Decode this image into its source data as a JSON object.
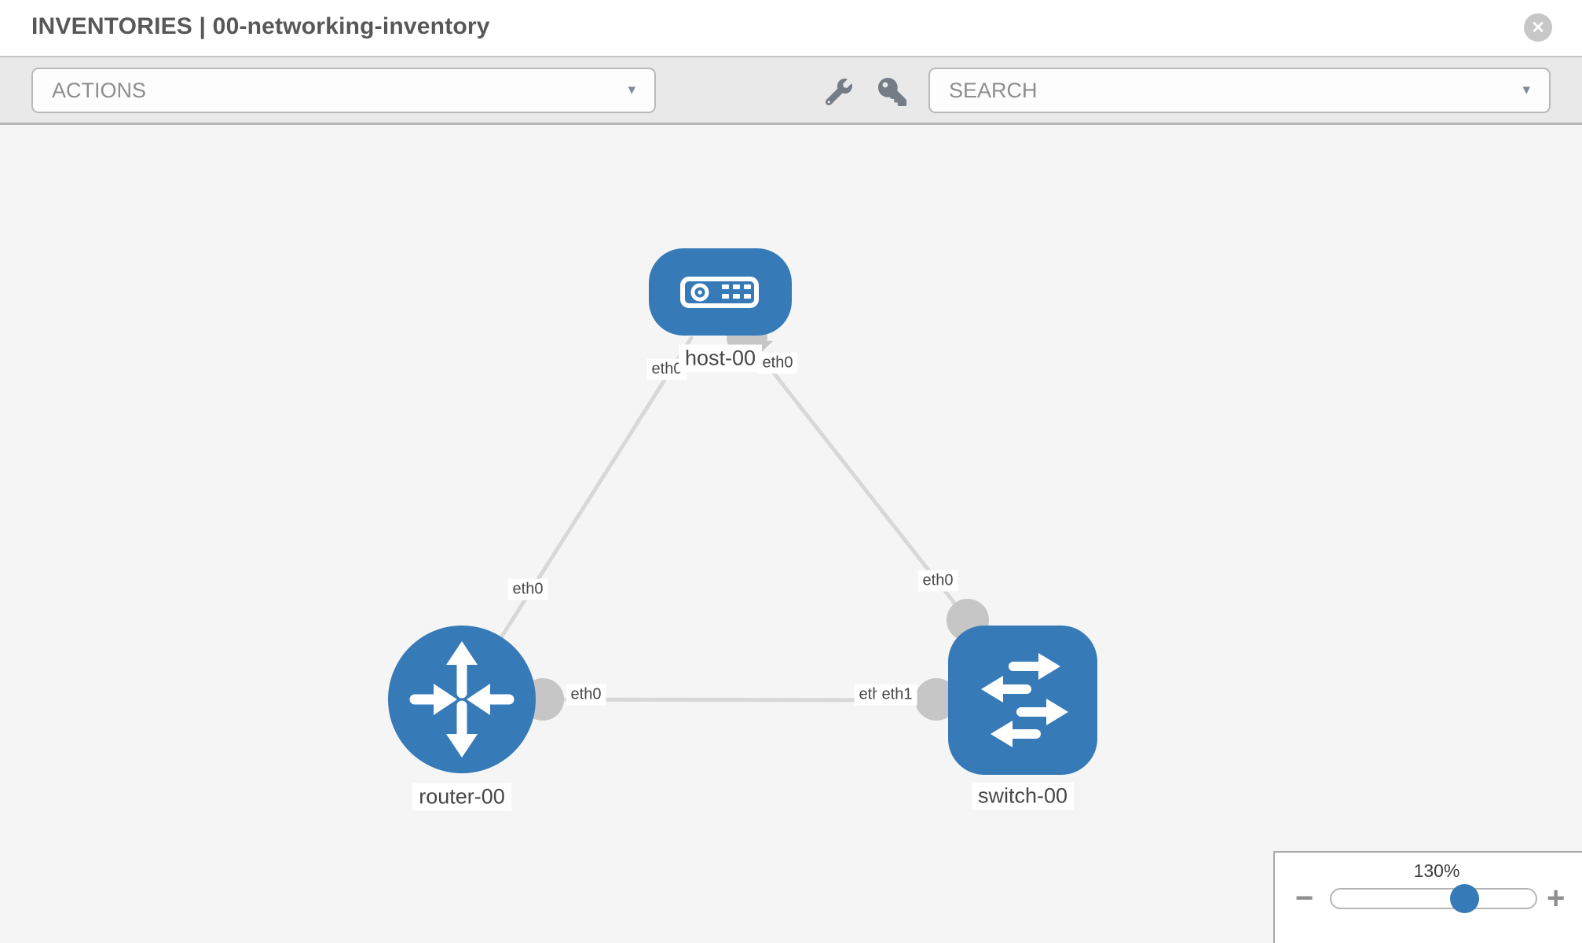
{
  "header": {
    "title": "INVENTORIES | 00-networking-inventory"
  },
  "toolbar": {
    "actions_label": "ACTIONS",
    "search_placeholder": "SEARCH"
  },
  "icons": {
    "close_glyph": "✕",
    "caret_glyph": "▾",
    "minus_glyph": "−",
    "plus_glyph": "+"
  },
  "topology": {
    "nodes": [
      {
        "label": "host-00",
        "type": "host"
      },
      {
        "label": "router-00",
        "type": "router"
      },
      {
        "label": "switch-00",
        "type": "switch"
      }
    ],
    "links": [
      {
        "from": "router-00",
        "from_interface": "eth0",
        "to": "host-00",
        "to_interface": "eth0"
      },
      {
        "from": "switch-00",
        "from_interface": "eth0",
        "to": "host-00",
        "to_interface": "eth0"
      },
      {
        "from": "router-00",
        "from_interface": "eth0",
        "to": "switch-00",
        "to_interface": "eth1"
      }
    ]
  },
  "zoom_control": {
    "level": "130%"
  },
  "colors": {
    "node_blue": "#377ab8",
    "connector_gray": "#c6c6c6",
    "link_gray": "#d8d8d8",
    "canvas_bg": "#f5f5f5",
    "toolbar_bg": "#e9e9e9"
  }
}
